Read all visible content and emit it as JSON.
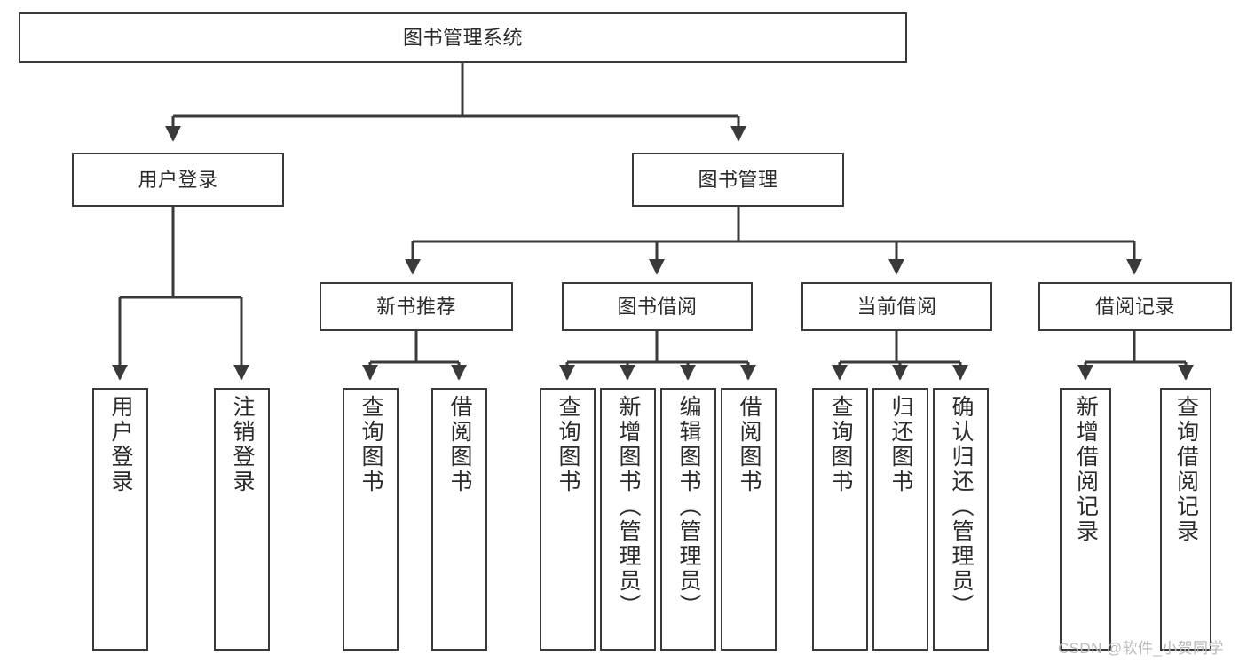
{
  "diagram": {
    "type": "tree-hierarchy",
    "title": "图书管理系统",
    "orientation": "top-down",
    "levels": 4,
    "root": {
      "id": "root",
      "label": "图书管理系统",
      "level": 0
    },
    "level1": [
      {
        "id": "user-login",
        "label": "用户登录",
        "level": 1
      },
      {
        "id": "book-manage",
        "label": "图书管理",
        "level": 1
      }
    ],
    "level2": [
      {
        "id": "new-book-recommend",
        "label": "新书推荐",
        "level": 2,
        "parent": "book-manage"
      },
      {
        "id": "book-borrow",
        "label": "图书借阅",
        "level": 2,
        "parent": "book-manage"
      },
      {
        "id": "current-borrow",
        "label": "当前借阅",
        "level": 2,
        "parent": "book-manage"
      },
      {
        "id": "borrow-record",
        "label": "借阅记录",
        "level": 2,
        "parent": "book-manage"
      }
    ],
    "leaves": [
      {
        "id": "leaf-user-login",
        "label": "用户登录",
        "parent": "user-login"
      },
      {
        "id": "leaf-user-logout",
        "label": "注销登录",
        "parent": "user-login"
      },
      {
        "id": "leaf-query-book-1",
        "label": "查询图书",
        "parent": "new-book-recommend"
      },
      {
        "id": "leaf-borrow-book-1",
        "label": "借阅图书",
        "parent": "new-book-recommend"
      },
      {
        "id": "leaf-query-book-2",
        "label": "查询图书",
        "parent": "book-borrow"
      },
      {
        "id": "leaf-add-book",
        "label": "新增图书（管理员）",
        "parent": "book-borrow"
      },
      {
        "id": "leaf-edit-book",
        "label": "编辑图书（管理员）",
        "parent": "book-borrow"
      },
      {
        "id": "leaf-borrow-book-2",
        "label": "借阅图书",
        "parent": "book-borrow"
      },
      {
        "id": "leaf-query-book-3",
        "label": "查询图书",
        "parent": "current-borrow"
      },
      {
        "id": "leaf-return-book",
        "label": "归还图书",
        "parent": "current-borrow"
      },
      {
        "id": "leaf-confirm-return",
        "label": "确认归还（管理员）",
        "parent": "current-borrow"
      },
      {
        "id": "leaf-add-record",
        "label": "新增借阅记录",
        "parent": "borrow-record"
      },
      {
        "id": "leaf-query-record",
        "label": "查询借阅记录",
        "parent": "borrow-record"
      }
    ],
    "colors": {
      "box_border": "#3a3a3a",
      "box_fill": "#ffffff",
      "text": "#2b2b2b",
      "edge": "#3a3a3a",
      "watermark": "#b9b9b9",
      "background": "#ffffff"
    }
  },
  "watermark": {
    "text": "CSDN @软件_小贺同学"
  }
}
